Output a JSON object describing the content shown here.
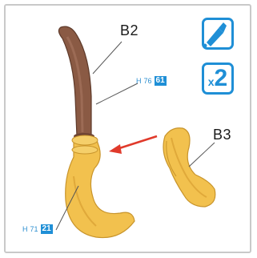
{
  "labels": {
    "broom_handle": "B2",
    "broom_bristles": "B3"
  },
  "codes": {
    "handle": {
      "prefix": "H",
      "value": "76",
      "box": "61"
    },
    "bristles": {
      "prefix": "H",
      "value": "71",
      "box": "21"
    }
  },
  "badges": {
    "glue": {
      "icon": "glue-tube-icon"
    },
    "quantity": {
      "x": "x",
      "count": "2"
    }
  },
  "colors": {
    "accent_blue": "#1f8fd6",
    "handle_brown": "#8a5a44",
    "bristle_yellow": "#f2c14e",
    "arrow_red": "#e03a2b"
  }
}
